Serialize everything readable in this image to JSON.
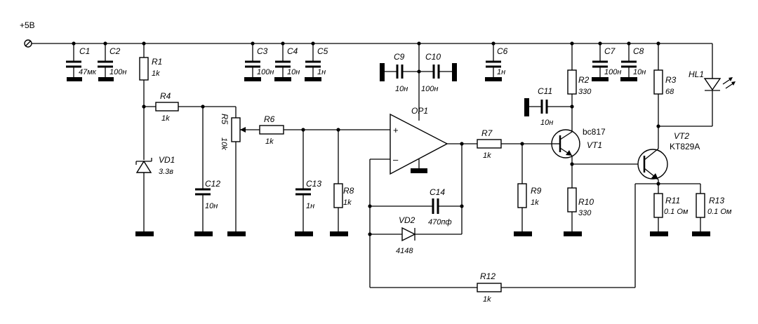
{
  "supply": "+5В",
  "components": {
    "C1": {
      "name": "C1",
      "value": "47мк"
    },
    "C2": {
      "name": "C2",
      "value": "100н"
    },
    "C3": {
      "name": "C3",
      "value": "100н"
    },
    "C4": {
      "name": "C4",
      "value": "10н"
    },
    "C5": {
      "name": "C5",
      "value": "1н"
    },
    "C6": {
      "name": "C6",
      "value": "1н"
    },
    "C7": {
      "name": "C7",
      "value": "100н"
    },
    "C8": {
      "name": "C8",
      "value": "10н"
    },
    "C9": {
      "name": "C9",
      "value": "10н"
    },
    "C10": {
      "name": "C10",
      "value": "100н"
    },
    "C11": {
      "name": "C11",
      "value": "10н"
    },
    "C12": {
      "name": "C12",
      "value": "10н"
    },
    "C13": {
      "name": "C13",
      "value": "1н"
    },
    "C14": {
      "name": "C14",
      "value": "470пф"
    },
    "R1": {
      "name": "R1",
      "value": "1k"
    },
    "R2": {
      "name": "R2",
      "value": "330"
    },
    "R3": {
      "name": "R3",
      "value": "68"
    },
    "R4": {
      "name": "R4",
      "value": "1k"
    },
    "R5": {
      "name": "R5",
      "value": "10k"
    },
    "R6": {
      "name": "R6",
      "value": "1k"
    },
    "R7": {
      "name": "R7",
      "value": "1k"
    },
    "R8": {
      "name": "R8",
      "value": "1k"
    },
    "R9": {
      "name": "R9",
      "value": "1k"
    },
    "R10": {
      "name": "R10",
      "value": "330"
    },
    "R11": {
      "name": "R11",
      "value": "0.1 Ом"
    },
    "R12": {
      "name": "R12",
      "value": "1k"
    },
    "R13": {
      "name": "R13",
      "value": "0.1 Ом"
    },
    "VD1": {
      "name": "VD1",
      "value": "3.3в"
    },
    "VD2": {
      "name": "VD2",
      "value": "4148"
    },
    "OP1": {
      "name": "OP1",
      "plus": "+",
      "minus": "–"
    },
    "VT1": {
      "name": "VT1",
      "value": "bc817"
    },
    "VT2": {
      "name": "VT2",
      "value": "KT829A"
    },
    "HL1": {
      "name": "HL1"
    }
  }
}
